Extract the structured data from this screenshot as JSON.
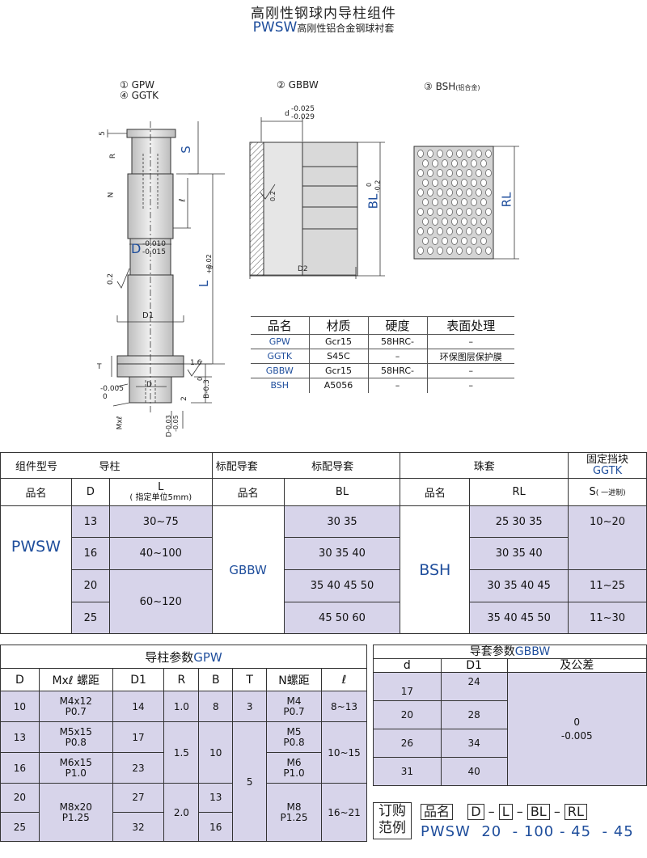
{
  "header": {
    "title": "高刚性钢球内导柱组件",
    "subtitle_code": "PWSW",
    "subtitle_desc": "高刚性铝合金钢球衬套"
  },
  "figure_labels": {
    "fig1_line1": "① GPW",
    "fig1_line2": "④ GGTK",
    "fig2": "② GBBW",
    "fig3": "③ BSH",
    "fig3_note": "(铝合金)",
    "dim_5": "5",
    "dim_S": "S",
    "dim_R": "R",
    "dim_N": "N",
    "dim_ell": "ℓ",
    "dim_D": "D",
    "dim_D_tol_up": "-0.010",
    "dim_D_tol_low": "-0.015",
    "dim_L": "L",
    "dim_L_tol_up": "+0.02",
    "dim_L_tol_low": "0",
    "dim_rough1": "0.2",
    "dim_D1": "D1",
    "dim_T": "T",
    "dim_rough2": "1.6",
    "dim_tol_005": "-0.005",
    "dim_tol_0": "0",
    "dim_D_small": "D",
    "dim_2": "2",
    "dim_B": "B-0.3",
    "dim_B0": "0",
    "dim_Mxl": "Mxℓ",
    "dim_D_bottom": "D",
    "dim_D_bottom_tol1": "-0.03",
    "dim_D_bottom_tol2": "-0.05",
    "dim_d": "d",
    "dim_d_tol1": "-0.025",
    "dim_d_tol2": "-0.029",
    "dim_BL": "BL",
    "dim_BL_tol1": "0",
    "dim_BL_tol2": "-0.2",
    "dim_rough3": "0.2",
    "dim_D2": "D2",
    "dim_RL": "RL"
  },
  "material_table": {
    "headers": [
      "品名",
      "材质",
      "硬度",
      "表面处理"
    ],
    "rows": [
      [
        "GPW",
        "Gcr15",
        "58HRC-",
        "–"
      ],
      [
        "GGTK",
        "S45C",
        "–",
        "环保图层保护膜"
      ],
      [
        "GBBW",
        "Gcr15",
        "58HRC-",
        "–"
      ],
      [
        "BSH",
        "A5056",
        "–",
        "–"
      ]
    ]
  },
  "main_table": {
    "group_headers": {
      "assembly": "组件型号",
      "guide_post": "导柱",
      "std_bush": "标配导套",
      "std_bush2": "标配导套",
      "ball_cage": "珠套",
      "stopper": "固定挡块",
      "stopper_code": "GGTK"
    },
    "sub_headers": {
      "name1": "品名",
      "D": "D",
      "L": "L",
      "L_note": "( 指定单位5mm)",
      "name2": "品名",
      "BL": "BL",
      "name3": "品名",
      "RL": "RL",
      "S": "S",
      "S_note": "( 一进制)"
    },
    "assembly_name": "PWSW",
    "bush_name": "GBBW",
    "cage_name": "BSH",
    "D_values": [
      "13",
      "16",
      "20",
      "25"
    ],
    "L_values": [
      "30~75",
      "40~100",
      "60~120"
    ],
    "BL_values": [
      "30 35",
      "30 35 40",
      "35 40 45 50",
      "45 50 60"
    ],
    "RL_values": [
      "25  30  35",
      "30  35  40",
      "30  35  40  45",
      "35  40  45  50"
    ],
    "S_values": [
      "10~20",
      "11~25",
      "11~30"
    ]
  },
  "gpw_table": {
    "title": "导柱参数",
    "title_code": "GPW",
    "headers": [
      "D",
      "Mxℓ 螺距",
      "D1",
      "R",
      "B",
      "T",
      "N螺距",
      "ℓ"
    ],
    "D": [
      "10",
      "13",
      "16",
      "20",
      "25"
    ],
    "M": [
      [
        "M4x12",
        "P0.7"
      ],
      [
        "M5x15",
        "P0.8"
      ],
      [
        "M6x15",
        "P1.0"
      ],
      [
        "M8x20",
        "P1.25"
      ]
    ],
    "D1": [
      "14",
      "17",
      "23",
      "27",
      "32"
    ],
    "R": [
      "1.0",
      "1.5",
      "2.0"
    ],
    "B": [
      "8",
      "10",
      "13",
      "16"
    ],
    "T": [
      "3",
      "5"
    ],
    "N": [
      [
        "M4",
        "P0.7"
      ],
      [
        "M5",
        "P0.8"
      ],
      [
        "M6",
        "P1.0"
      ],
      [
        "M8",
        "P1.25"
      ]
    ],
    "ell": [
      "8~13",
      "10~15",
      "16~21"
    ]
  },
  "gbbw_table": {
    "title": "导套参数",
    "title_code": "GBBW",
    "headers": [
      "d",
      "D1",
      "及公差"
    ],
    "d": [
      "17",
      "20",
      "26",
      "31"
    ],
    "D1": [
      "24",
      "28",
      "34",
      "40"
    ],
    "tol_up": "0",
    "tol_low": "-0.005"
  },
  "order": {
    "label1": "订购",
    "label2": "范例",
    "name_label": "品名",
    "fields": [
      "D",
      "L",
      "BL",
      "RL"
    ],
    "dash": "–",
    "example": "PWSW  20  - 100 - 45  - 45"
  }
}
